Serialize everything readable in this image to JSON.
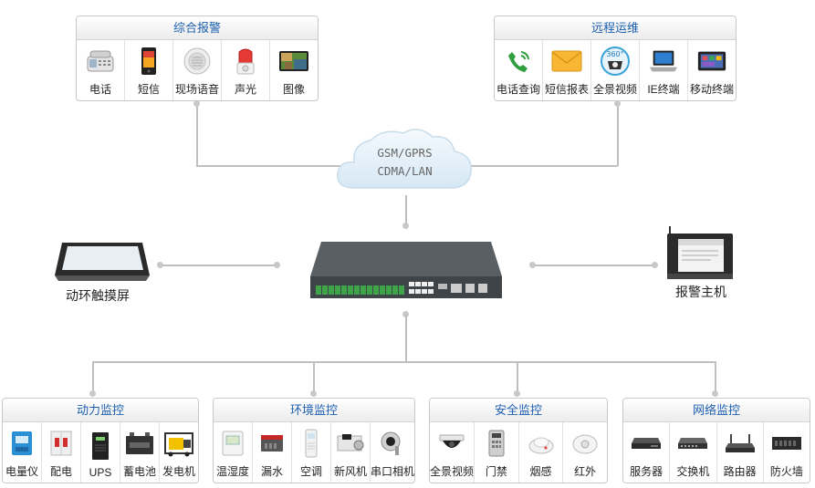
{
  "cloud": {
    "line1": "GSM/GPRS",
    "line2": "CDMA/LAN"
  },
  "top_left": {
    "title": "综合报警",
    "items": [
      {
        "label": "电话",
        "icon": "telephone-icon"
      },
      {
        "label": "短信",
        "icon": "mobile-phone-icon"
      },
      {
        "label": "现场语音",
        "icon": "speaker-icon"
      },
      {
        "label": "声光",
        "icon": "alarm-light-icon"
      },
      {
        "label": "图像",
        "icon": "monitor-image-icon"
      }
    ]
  },
  "top_right": {
    "title": "远程运维",
    "items": [
      {
        "label": "电话查询",
        "icon": "phone-call-icon"
      },
      {
        "label": "短信报表",
        "icon": "envelope-icon"
      },
      {
        "label": "全景视频",
        "icon": "panorama-camera-icon"
      },
      {
        "label": "IE终端",
        "icon": "laptop-icon"
      },
      {
        "label": "移动终端",
        "icon": "tablet-icon"
      }
    ]
  },
  "touch_screen": {
    "label": "动环触摸屏",
    "icon": "touch-screen-icon"
  },
  "alarm_host": {
    "label": "报警主机",
    "icon": "alarm-host-icon"
  },
  "hub": {
    "icon": "monitoring-host-icon"
  },
  "bottom": [
    {
      "title": "动力监控",
      "items": [
        {
          "label": "电量仪",
          "icon": "power-meter-icon"
        },
        {
          "label": "配电",
          "icon": "breaker-icon"
        },
        {
          "label": "UPS",
          "icon": "ups-icon"
        },
        {
          "label": "蓄电池",
          "icon": "battery-icon"
        },
        {
          "label": "发电机",
          "icon": "generator-icon"
        }
      ]
    },
    {
      "title": "环境监控",
      "items": [
        {
          "label": "温湿度",
          "icon": "thermo-hygrometer-icon"
        },
        {
          "label": "漏水",
          "icon": "water-leak-sensor-icon"
        },
        {
          "label": "空调",
          "icon": "air-conditioner-icon"
        },
        {
          "label": "新风机",
          "icon": "fresh-air-unit-icon"
        },
        {
          "label": "串口相机",
          "icon": "serial-camera-icon"
        }
      ]
    },
    {
      "title": "安全监控",
      "items": [
        {
          "label": "全景视频",
          "icon": "dome-camera-icon"
        },
        {
          "label": "门禁",
          "icon": "access-control-icon"
        },
        {
          "label": "烟感",
          "icon": "smoke-detector-icon"
        },
        {
          "label": "红外",
          "icon": "infrared-detector-icon"
        }
      ]
    },
    {
      "title": "网络监控",
      "items": [
        {
          "label": "服务器",
          "icon": "server-icon"
        },
        {
          "label": "交换机",
          "icon": "switch-icon"
        },
        {
          "label": "路由器",
          "icon": "router-icon"
        },
        {
          "label": "防火墙",
          "icon": "firewall-icon"
        }
      ]
    }
  ]
}
